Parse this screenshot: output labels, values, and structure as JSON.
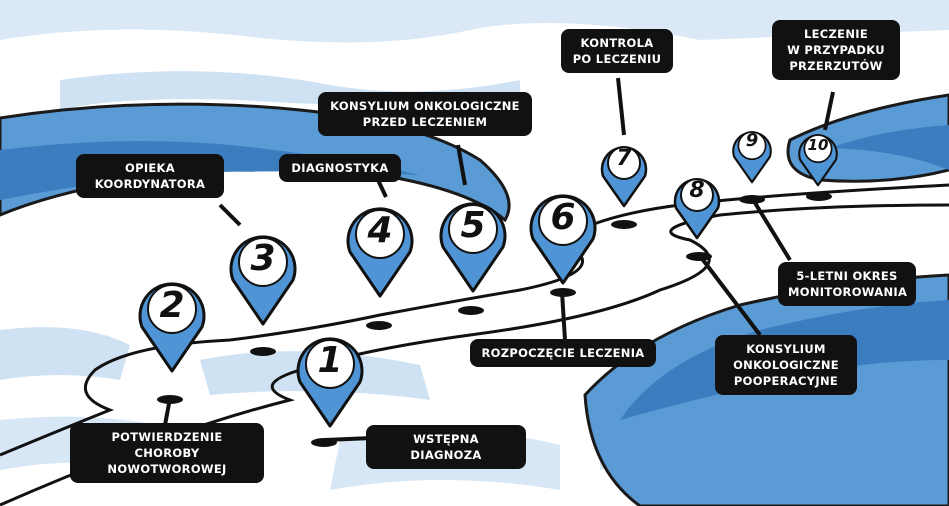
{
  "colors": {
    "sky": "#c9dff3",
    "water": "#5b9bd5",
    "water_dark": "#3c7dc0",
    "pin": "#4f94d4",
    "road": "#111111",
    "label_bg": "#111111"
  },
  "milestones": [
    {
      "number": "1",
      "label_lines": [
        "WSTĘPNA DIAGNOZA"
      ]
    },
    {
      "number": "2",
      "label_lines": [
        "POTWIERDZENIE CHOROBY",
        "NOWOTWOROWEJ"
      ]
    },
    {
      "number": "3",
      "label_lines": [
        "OPIEKA",
        "KOORDYNATORA"
      ]
    },
    {
      "number": "4",
      "label_lines": [
        "DIAGNOSTYKA"
      ]
    },
    {
      "number": "5",
      "label_lines": [
        "KONSYLIUM ONKOLOGICZNE",
        "PRZED LECZENIEM"
      ]
    },
    {
      "number": "6",
      "label_lines": [
        "ROZPOCZĘCIE LECZENIA"
      ]
    },
    {
      "number": "7",
      "label_lines": [
        "KONTROLA",
        "PO LECZENIU"
      ]
    },
    {
      "number": "8",
      "label_lines": [
        "KONSYLIUM",
        "ONKOLOGICZNE",
        "POOPERACYJNE"
      ]
    },
    {
      "number": "9",
      "label_lines": [
        "5-LETNI OKRES",
        "MONITOROWANIA"
      ]
    },
    {
      "number": "10",
      "label_lines": [
        "LECZENIE",
        "W PRZYPADKU",
        "PRZERZUTÓW"
      ]
    }
  ]
}
